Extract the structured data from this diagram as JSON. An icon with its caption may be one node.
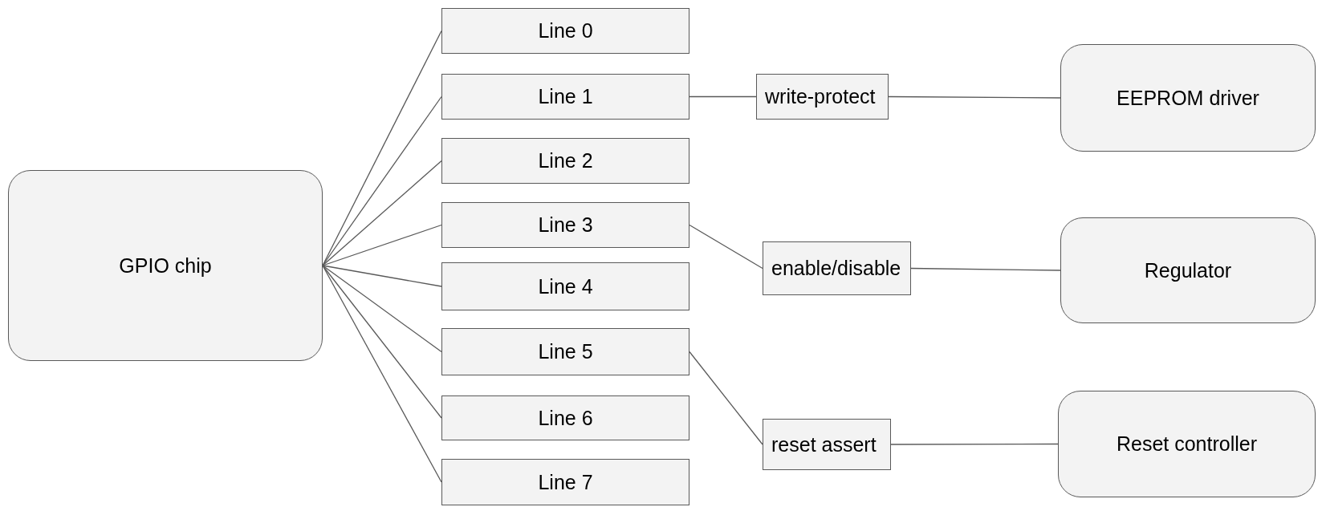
{
  "diagram": {
    "nodes": [
      {
        "text": [
          "GPIO chip"
        ]
      },
      {
        "text": [
          "Line 0"
        ]
      },
      {
        "text": [
          "Line 1"
        ]
      },
      {
        "text": [
          "Line 2"
        ]
      },
      {
        "text": [
          "Line 3"
        ]
      },
      {
        "text": [
          "Line 4"
        ]
      },
      {
        "text": [
          "Line 5"
        ]
      },
      {
        "text": [
          "Line 6"
        ]
      },
      {
        "text": [
          "Line 7"
        ]
      },
      {
        "text": [
          "write-protect"
        ]
      },
      {
        "text": [
          "EEPROM driver"
        ]
      },
      {
        "text": [
          "enable/disable"
        ]
      },
      {
        "text": [
          "Regulator"
        ]
      },
      {
        "text": [
          "reset assert"
        ]
      },
      {
        "text": [
          "Reset controller"
        ]
      }
    ],
    "edges": [
      {
        "from": 0,
        "to": 1,
        "arrow": "none"
      },
      {
        "from": 0,
        "to": 2,
        "arrow": "none"
      },
      {
        "from": 0,
        "to": 3,
        "arrow": "none"
      },
      {
        "from": 0,
        "to": 4,
        "arrow": "none"
      },
      {
        "from": 0,
        "to": 5,
        "arrow": "none"
      },
      {
        "from": 0,
        "to": 6,
        "arrow": "none"
      },
      {
        "from": 0,
        "to": 7,
        "arrow": "none"
      },
      {
        "from": 0,
        "to": 8,
        "arrow": "none"
      },
      {
        "from": 2,
        "to": 9,
        "arrow": "none"
      },
      {
        "from": 9,
        "to": 10,
        "arrow": "none"
      },
      {
        "from": 4,
        "to": 11,
        "arrow": "none"
      },
      {
        "from": 11,
        "to": 12,
        "arrow": "none"
      },
      {
        "from": 6,
        "to": 13,
        "arrow": "none"
      },
      {
        "from": 13,
        "to": 14,
        "arrow": "none"
      }
    ]
  }
}
